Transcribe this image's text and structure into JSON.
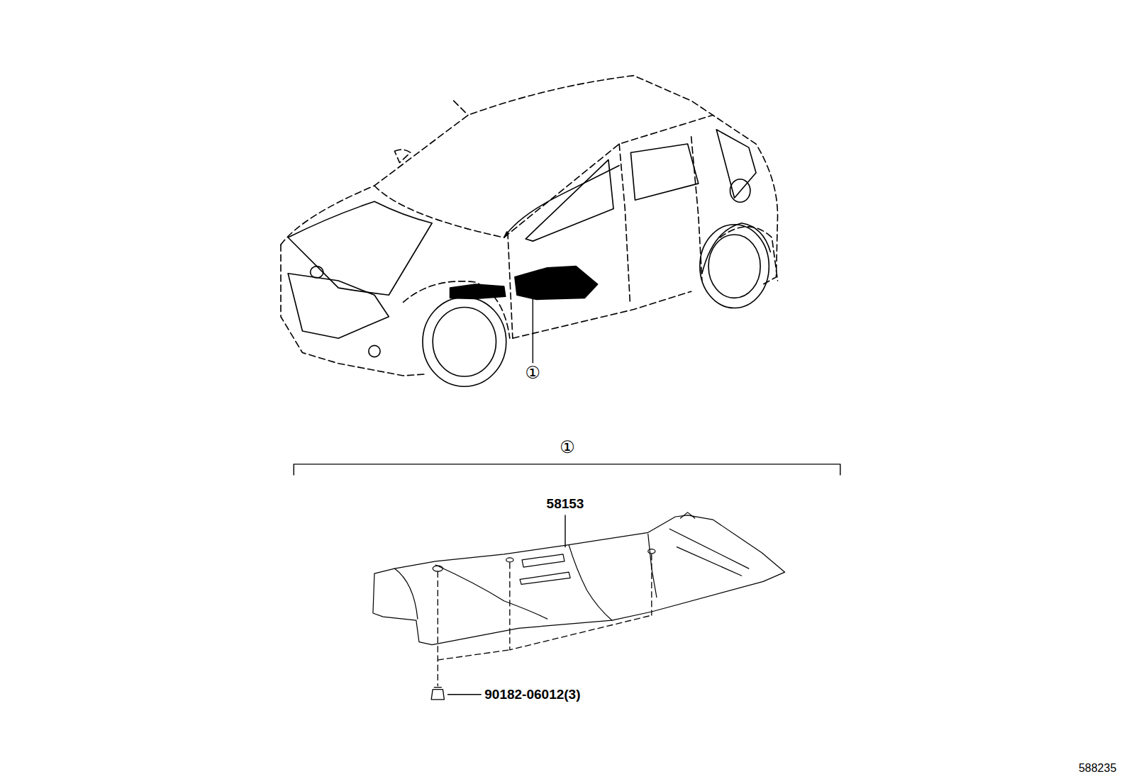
{
  "diagram": {
    "labels": [
      "①",
      "①",
      "58153",
      "90182-06012(3)",
      "588235"
    ]
  }
}
